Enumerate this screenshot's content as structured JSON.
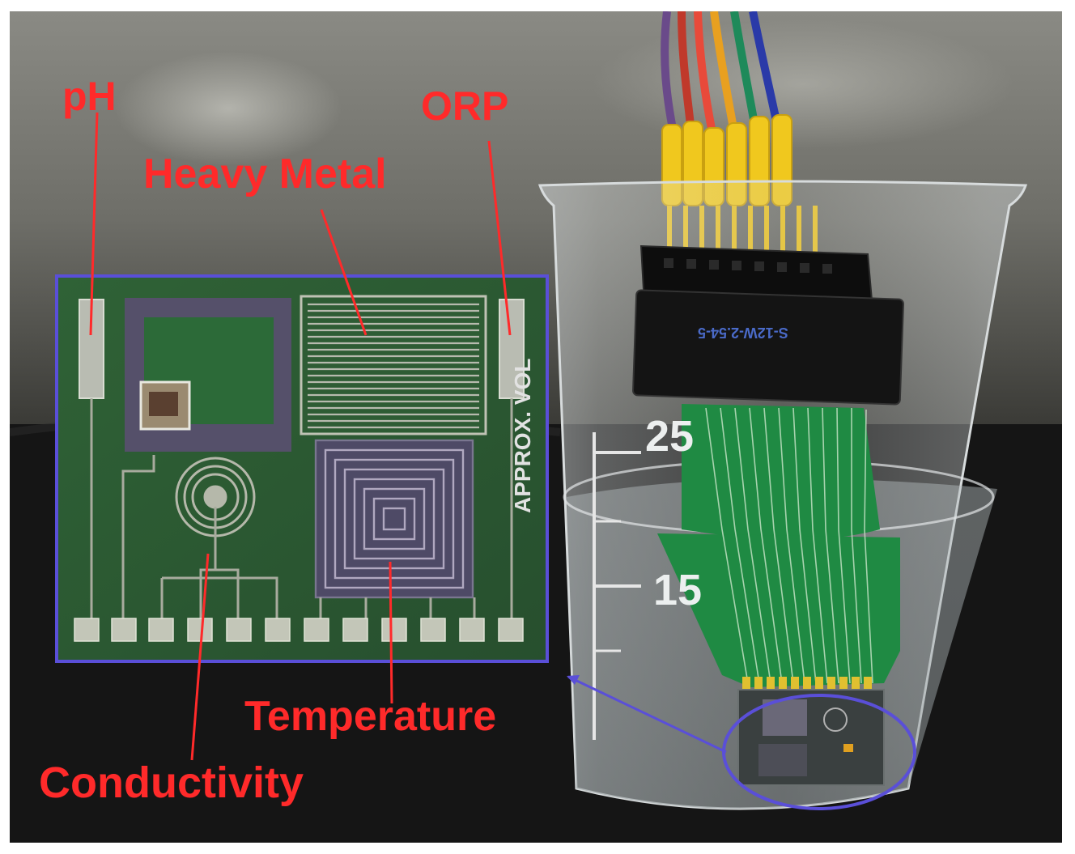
{
  "labels": {
    "ph": "pH",
    "orp": "ORP",
    "heavy_metal": "Heavy Metal",
    "temperature": "Temperature",
    "conductivity": "Conductivity"
  },
  "beaker": {
    "mark_25": "25",
    "mark_15": "15",
    "approx_vol": "APPROX. VOL"
  },
  "connector": {
    "code": "S-12W-2.54-5"
  },
  "colors": {
    "annotation_red": "#ff2a2a",
    "highlight_blue": "#5a4fd8",
    "pcb_green": "#2c5a34"
  }
}
